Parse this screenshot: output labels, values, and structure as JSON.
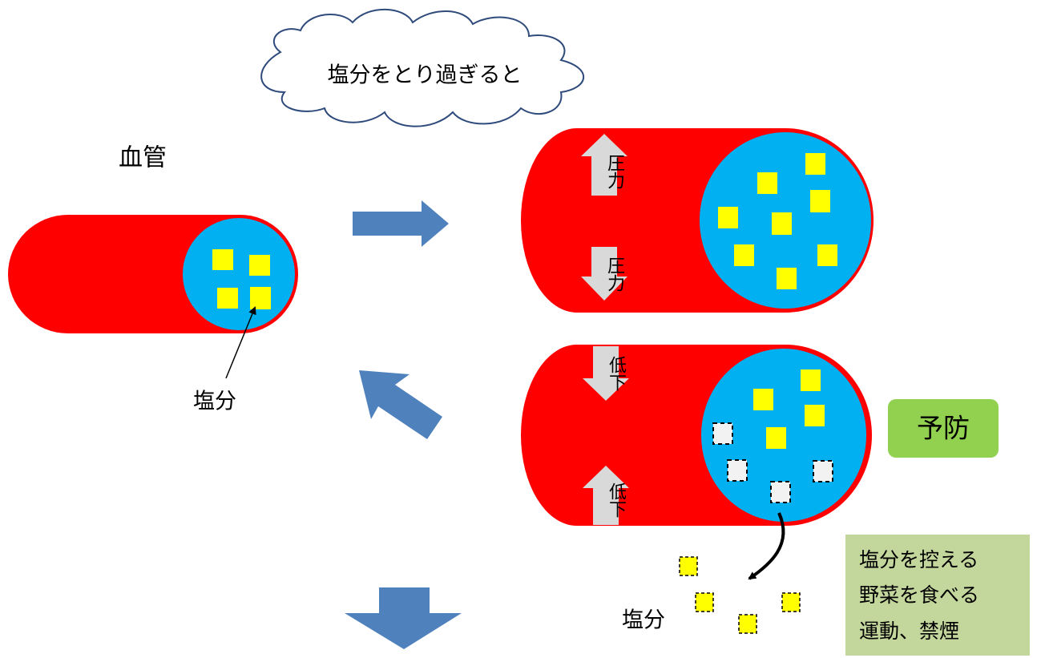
{
  "cloud": {
    "text": "塩分をとり過ぎると"
  },
  "vessel_label": "血管",
  "salt_label": "塩分",
  "pressure_label": "圧力",
  "decrease_label": "低下",
  "prevention": {
    "title": "予防",
    "items": [
      "塩分を控える",
      "野菜を食べる",
      "運動、禁煙"
    ]
  },
  "excreted_salt_label": "塩分",
  "colors": {
    "vessel": "#ff0000",
    "lumen": "#00b0f0",
    "salt": "#ffff00",
    "removed_salt": "#f2f2f2",
    "flow_arrow": "#4f81bd",
    "pressure_arrow": "#d9d9d9",
    "prevention_title_bg": "#92d050",
    "prevention_box_bg": "#c3d69b"
  }
}
